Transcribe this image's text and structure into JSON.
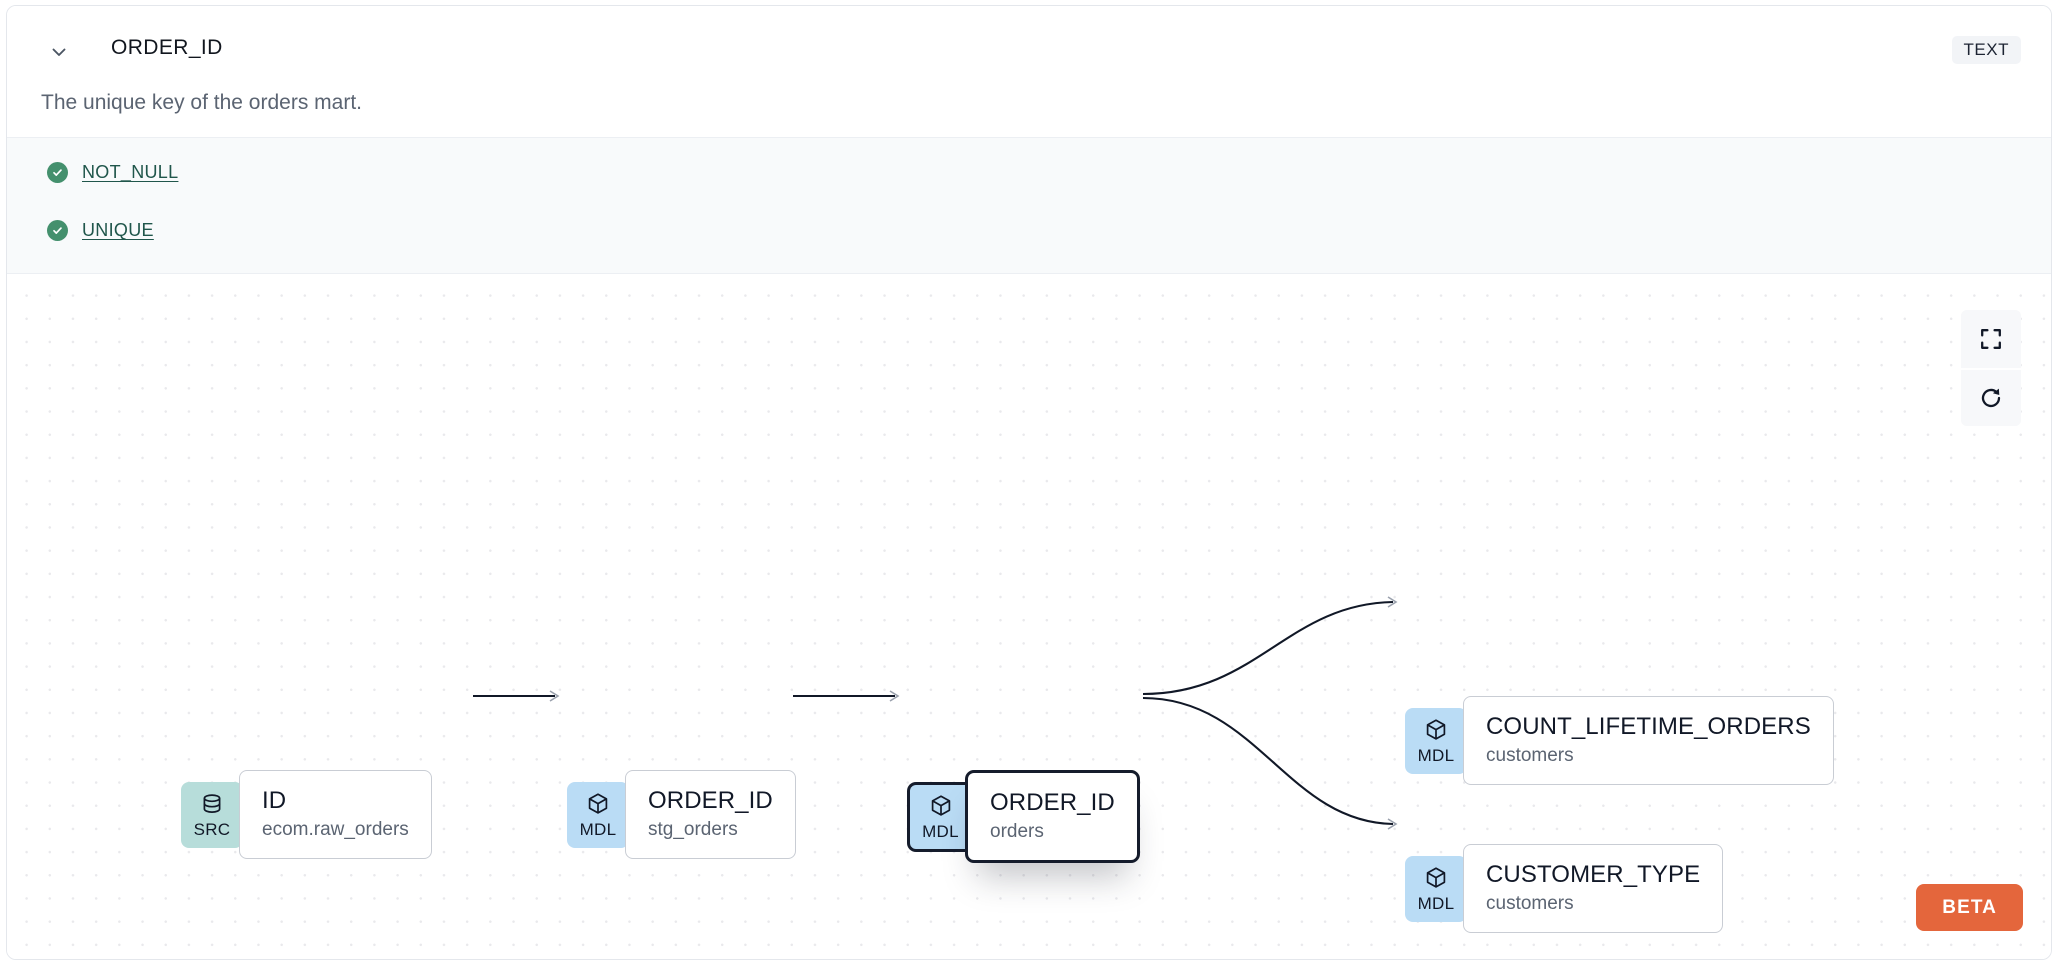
{
  "header": {
    "column_name": "ORDER_ID",
    "collapse_icon": "chevron-down-icon",
    "data_type_badge": "TEXT"
  },
  "description": "The unique key of the orders mart.",
  "tests": [
    {
      "label": "NOT_NULL",
      "status": "passed",
      "icon": "check-circle-icon"
    },
    {
      "label": "UNIQUE",
      "status": "passed",
      "icon": "check-circle-icon"
    }
  ],
  "lineage": {
    "nodes": [
      {
        "id": "src",
        "badge": "SRC",
        "badge_icon": "database-icon",
        "name": "ID",
        "parent": "ecom.raw_orders",
        "selected": false
      },
      {
        "id": "stg",
        "badge": "MDL",
        "badge_icon": "cube-icon",
        "name": "ORDER_ID",
        "parent": "stg_orders",
        "selected": false
      },
      {
        "id": "orders",
        "badge": "MDL",
        "badge_icon": "cube-icon",
        "name": "ORDER_ID",
        "parent": "orders",
        "selected": true
      },
      {
        "id": "count",
        "badge": "MDL",
        "badge_icon": "cube-icon",
        "name": "COUNT_LIFETIME_ORDERS",
        "parent": "customers",
        "selected": false
      },
      {
        "id": "custtype",
        "badge": "MDL",
        "badge_icon": "cube-icon",
        "name": "CUSTOMER_TYPE",
        "parent": "customers",
        "selected": false
      }
    ],
    "edges": [
      {
        "from": "src",
        "to": "stg"
      },
      {
        "from": "stg",
        "to": "orders"
      },
      {
        "from": "orders",
        "to": "count"
      },
      {
        "from": "orders",
        "to": "custtype"
      }
    ],
    "controls": [
      {
        "id": "fit-view",
        "icon": "fit-view-icon"
      },
      {
        "id": "reset",
        "icon": "refresh-icon"
      }
    ],
    "beta_badge": "BETA"
  },
  "colors": {
    "src_badge_bg": "#b7ddda",
    "mdl_badge_bg": "#badcf5",
    "test_pass": "#44906d",
    "test_link": "#20564b",
    "beta_bg": "#e4663c",
    "selected_border": "#151c2c"
  }
}
